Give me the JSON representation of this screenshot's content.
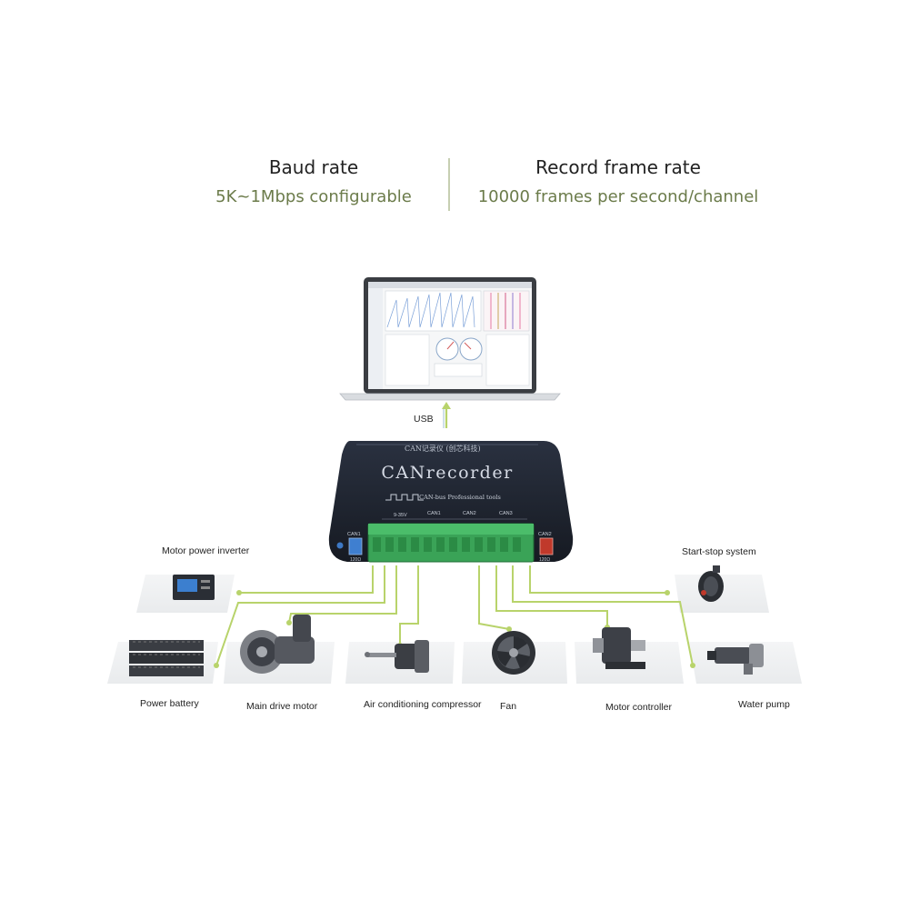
{
  "stats": {
    "baud": {
      "title": "Baud rate",
      "value": "5K~1Mbps configurable"
    },
    "frame": {
      "title": "Record frame rate",
      "value": "10000 frames per second/channel"
    }
  },
  "laptop": {
    "link_label": "USB"
  },
  "device": {
    "top_label": "CAN记录仪 (创芯科技)",
    "name": "CANrecorder",
    "subtitle": "CAN-bus Professional tools",
    "port_labels": [
      "9-35V",
      "CAN1",
      "CAN2",
      "CAN3"
    ],
    "left_switch": "CAN1",
    "right_switch": "CAN2",
    "switch_sub": "120Ω"
  },
  "components": {
    "motor_power_inverter": "Motor power inverter",
    "start_stop_system": "Start-stop system",
    "power_battery": "Power battery",
    "main_drive_motor": "Main drive motor",
    "air_conditioning_compressor": "Air conditioning compressor",
    "fan": "Fan",
    "motor_controller": "Motor controller",
    "water_pump": "Water pump"
  },
  "colors": {
    "accent": "#b8d36b",
    "device": "#1f2430",
    "terminal": "#3aa357",
    "subtext": "#6b7b4a"
  }
}
